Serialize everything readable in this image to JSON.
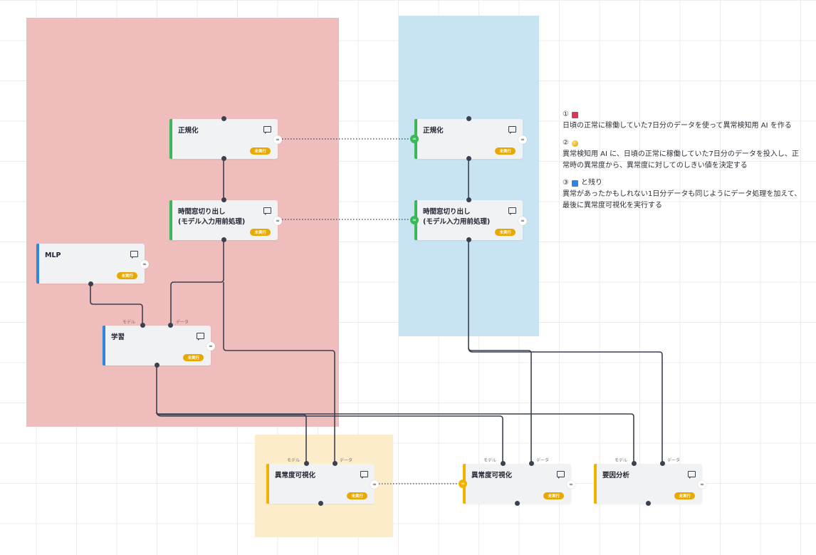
{
  "groups": {
    "red": {
      "color": "#efbdbb"
    },
    "blue": {
      "color": "#c8e3f1"
    },
    "yellow": {
      "color": "#fdecc9"
    }
  },
  "status_label": "未実行",
  "port_labels": {
    "model": "モデル",
    "data": "データ"
  },
  "nodes": {
    "normalize_left": {
      "title": "正規化",
      "accent": "green"
    },
    "window_left": {
      "title": "時間窓切り出し\n(モデル入力用前処理)",
      "accent": "green"
    },
    "mlp": {
      "title": "MLP",
      "accent": "blue"
    },
    "train": {
      "title": "学習",
      "accent": "blue"
    },
    "normalize_right": {
      "title": "正規化",
      "accent": "green"
    },
    "window_right": {
      "title": "時間窓切り出し\n(モデル入力用前処理)",
      "accent": "green"
    },
    "anomaly_viz_1": {
      "title": "異常度可視化",
      "accent": "yellow"
    },
    "anomaly_viz_2": {
      "title": "異常度可視化",
      "accent": "yellow"
    },
    "factor": {
      "title": "要因分析",
      "accent": "yellow"
    }
  },
  "notes": [
    {
      "num": "①",
      "icon": "red-square",
      "title": "",
      "text": "日頃の正常に稼働していた7日分のデータを使って異常検知用 AI を作る"
    },
    {
      "num": "②",
      "icon": "coin",
      "title": "",
      "text": "異常検知用 AI に、日頃の正常に稼働していた7日分のデータを投入し、正常時の異常度から、異常度に対してのしきい値を決定する"
    },
    {
      "num": "③",
      "icon": "blue-square",
      "title": "と残り",
      "text": "異常があったかもしれない1日分データも同じようにデータ処理を加えて、最後に異常度可視化を実行する"
    }
  ]
}
